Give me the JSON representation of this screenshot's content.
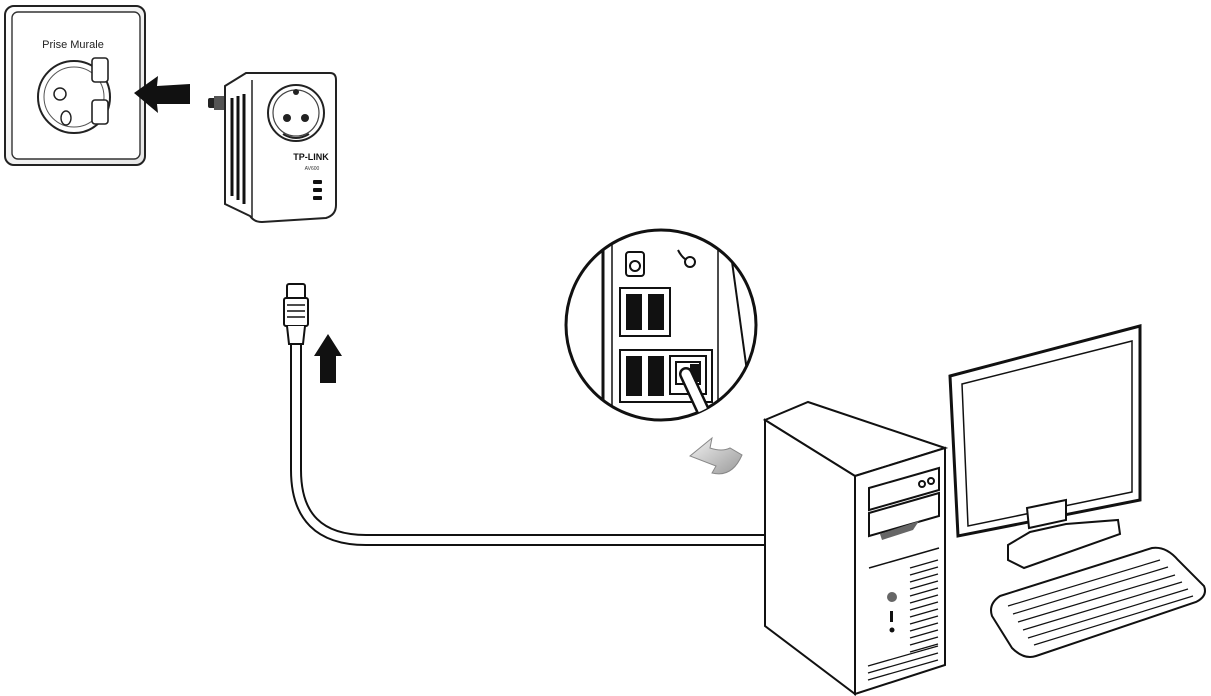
{
  "outlet": {
    "label": "Prise Murale"
  },
  "adapter": {
    "brand": "TP-LINK",
    "model": "AV600"
  }
}
